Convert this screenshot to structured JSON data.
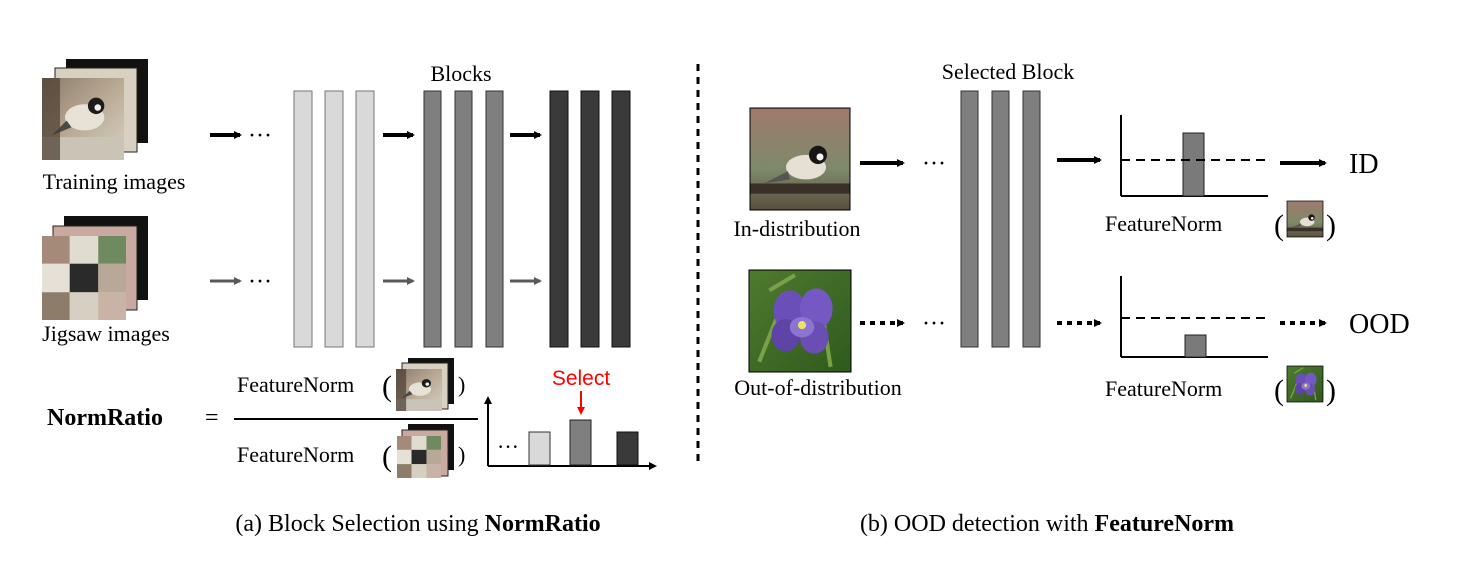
{
  "panel_a": {
    "training_label": "Training images",
    "jigsaw_label": "Jigsaw images",
    "blocks_label": "Blocks",
    "ellipsis": "···",
    "normratio_label": "NormRatio",
    "equals": "=",
    "featurenorm": "FeatureNorm",
    "open_paren": "(",
    "close_paren": ")",
    "select_label": "Select",
    "caption_prefix": "(a) Block Selection using ",
    "caption_bold": "NormRatio"
  },
  "panel_b": {
    "selected_block_label": "Selected Block",
    "in_dist_label": "In-distribution",
    "ood_label": "Out-of-distribution",
    "ellipsis": "···",
    "id_output": "ID",
    "ood_output": "OOD",
    "featurenorm": "FeatureNorm",
    "open_paren": "(",
    "close_paren": ")",
    "caption_prefix": "(b) OOD detection with ",
    "caption_bold": "FeatureNorm"
  },
  "colors": {
    "light_block": "#d9d9d9",
    "mid_block": "#7f7f7f",
    "dark_block": "#3a3a3a",
    "arrow_black": "#000000",
    "arrow_gray": "#595959",
    "select_red": "#ff0000",
    "bar_fill": "#7a7a7a"
  }
}
